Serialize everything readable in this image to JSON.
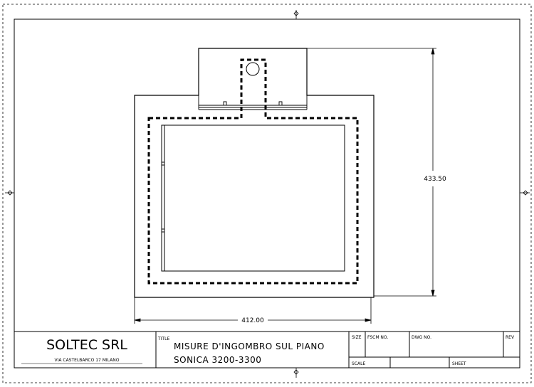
{
  "dimensions": {
    "width_label": "412.00",
    "height_label": "433.50"
  },
  "title_block": {
    "company": "SOLTEC SRL",
    "address": "VIA CASTELBARCO 17 MILANO",
    "title_caption": "TITLE",
    "title_line1": "MISURE D'INGOMBRO SUL PIANO",
    "title_line2": "SONICA 3200-3300",
    "size_caption": "SIZE",
    "fscm_caption": "FSCM NO.",
    "dwg_caption": "DWG NO.",
    "rev_caption": "REV",
    "scale_caption": "SCALE",
    "sheet_caption": "SHEET"
  },
  "colors": {
    "line": "#000000",
    "background": "#ffffff"
  }
}
